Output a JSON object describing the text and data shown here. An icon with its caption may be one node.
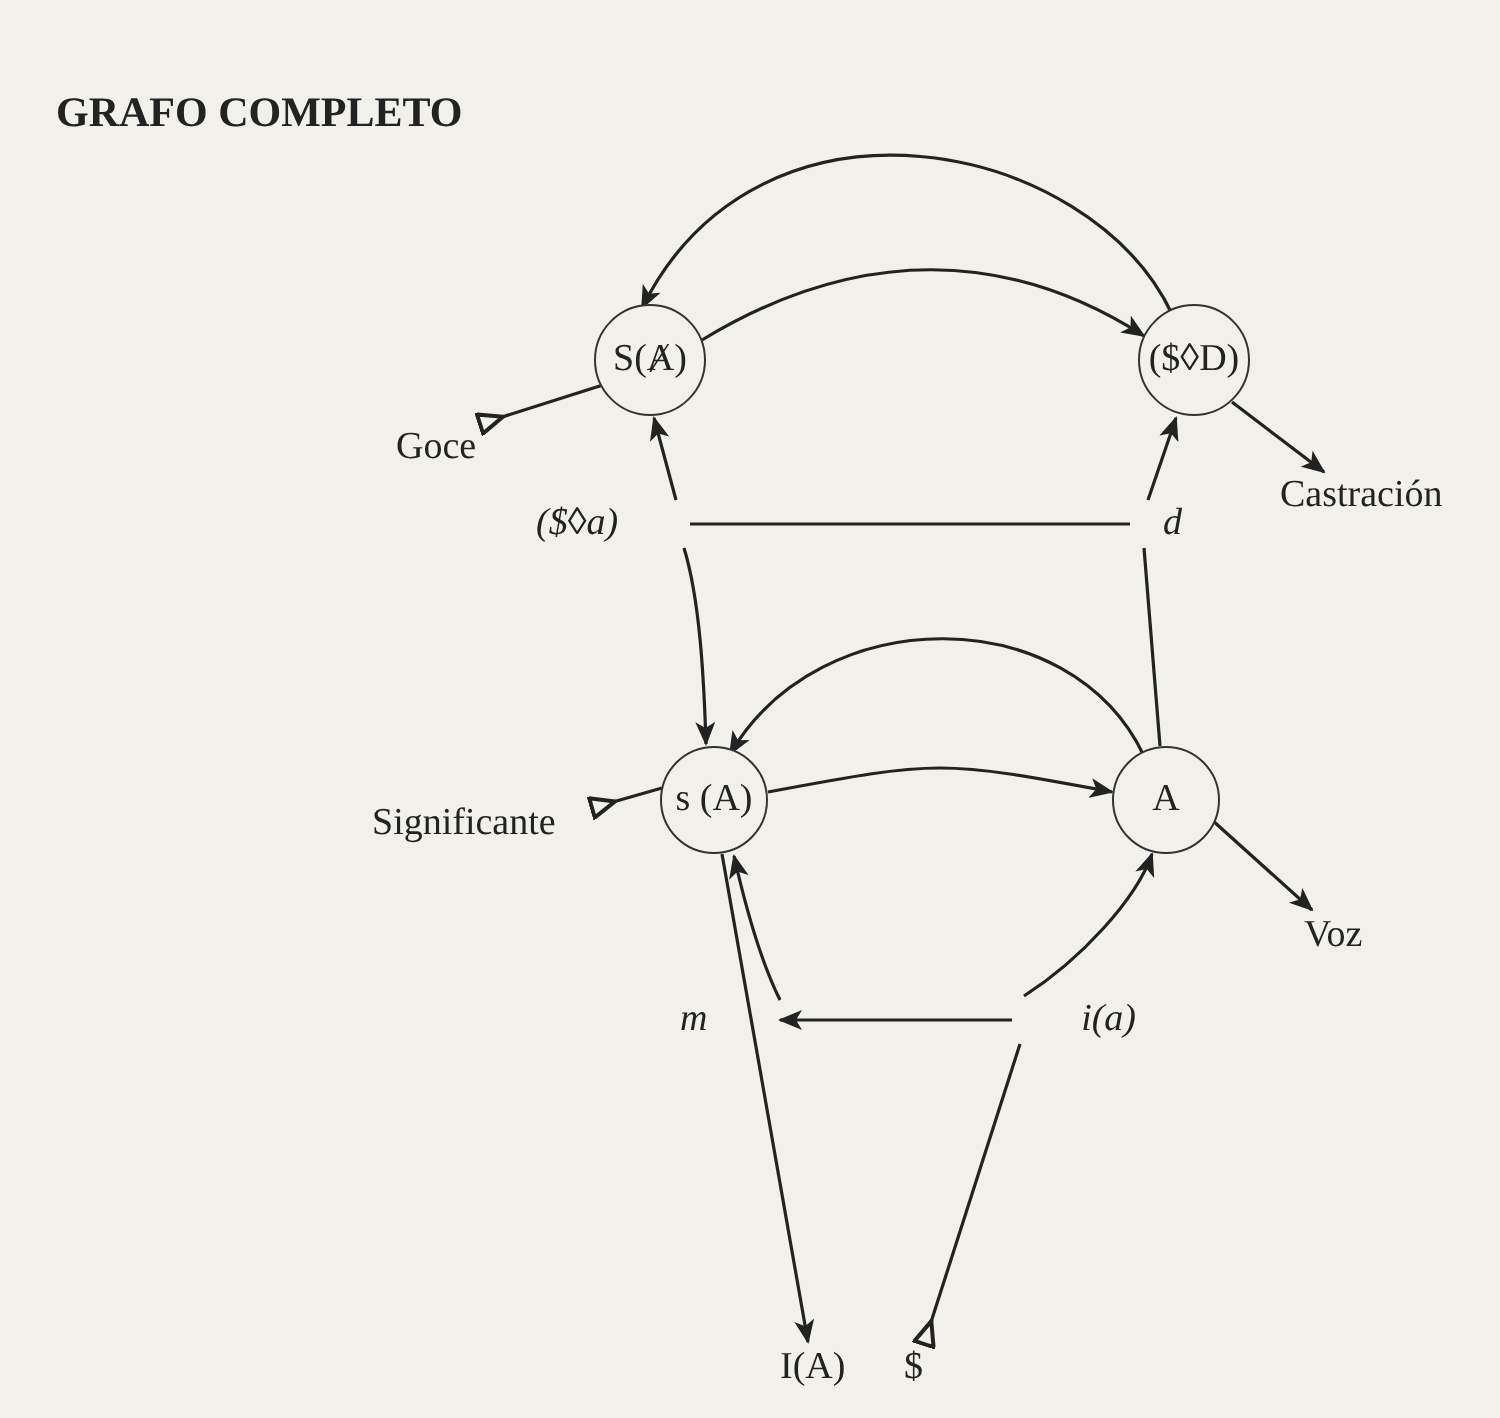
{
  "diagram": {
    "title": "GRAFO COMPLETO",
    "nodes": [
      {
        "text": [
          "S(Ⱥ)"
        ]
      },
      {
        "text": [
          "($◊D)"
        ]
      },
      {
        "text": [
          "s (A)"
        ]
      },
      {
        "text": [
          "A"
        ]
      },
      {
        "text": [
          "Goce"
        ]
      },
      {
        "text": [
          "Castración"
        ]
      },
      {
        "text": [
          "Significante"
        ]
      },
      {
        "text": [
          "Voz"
        ]
      },
      {
        "text": [
          "($◊a)"
        ]
      },
      {
        "text": [
          "d"
        ]
      },
      {
        "text": [
          "m"
        ]
      },
      {
        "text": [
          "i(a)"
        ]
      },
      {
        "text": [
          "I(A)"
        ]
      },
      {
        "text": [
          "$"
        ]
      }
    ],
    "edges": [
      {
        "from": 1,
        "to": 0,
        "arrow": "to"
      },
      {
        "from": 0,
        "to": 1,
        "arrow": "to"
      },
      {
        "from": 4,
        "to": 0,
        "arrow": "other"
      },
      {
        "from": 1,
        "to": 5,
        "arrow": "to"
      },
      {
        "from": 3,
        "to": 9,
        "arrow": "none"
      },
      {
        "from": 9,
        "to": 1,
        "arrow": "to"
      },
      {
        "from": 9,
        "to": 8,
        "arrow": "none"
      },
      {
        "from": 8,
        "to": 0,
        "arrow": "to"
      },
      {
        "from": 8,
        "to": 2,
        "arrow": "to"
      },
      {
        "from": 3,
        "to": 2,
        "arrow": "to"
      },
      {
        "from": 2,
        "to": 3,
        "arrow": "to"
      },
      {
        "from": 3,
        "to": 7,
        "arrow": "to"
      },
      {
        "from": 6,
        "to": 2,
        "arrow": "other"
      },
      {
        "from": 13,
        "to": 11,
        "arrow": "other"
      },
      {
        "from": 11,
        "to": 3,
        "arrow": "to"
      },
      {
        "from": 11,
        "to": 10,
        "arrow": "to"
      },
      {
        "from": 10,
        "to": 2,
        "arrow": "to"
      },
      {
        "from": 2,
        "to": 12,
        "arrow": "to"
      }
    ]
  }
}
